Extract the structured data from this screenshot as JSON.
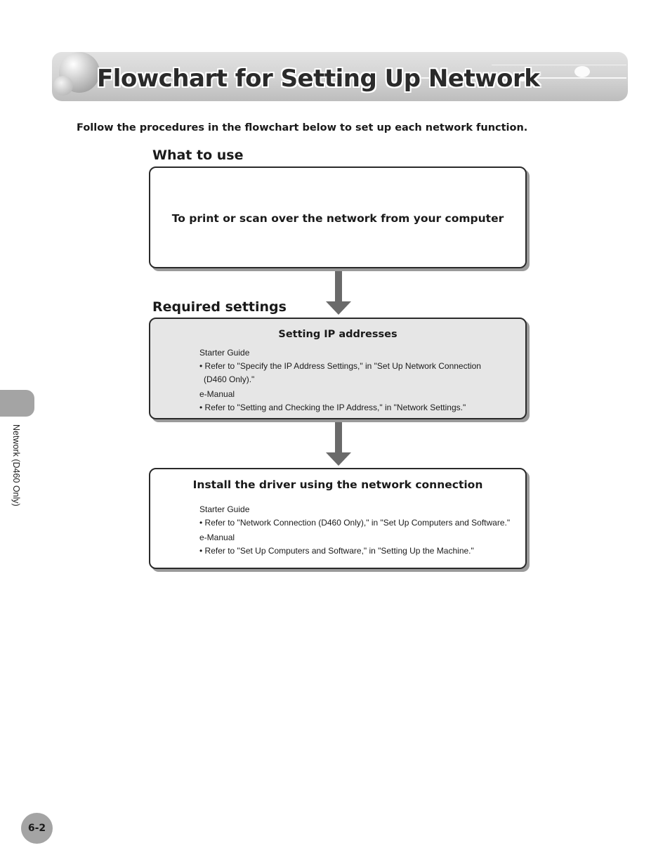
{
  "header": {
    "title": "Flowchart for Setting Up Network"
  },
  "intro": "Follow the procedures in the flowchart below to set up each network function.",
  "sections": {
    "what_to_use": "What to use",
    "required_settings": "Required settings"
  },
  "step1": {
    "text": "To print or scan over the network from your computer"
  },
  "step2": {
    "title": "Setting IP addresses",
    "guide1_label": "Starter Guide",
    "guide1_ref_line1": "• Refer to \"Specify the IP Address Settings,\" in \"Set Up Network Connection",
    "guide1_ref_line2": "(D460 Only).\"",
    "guide2_label": "e-Manual",
    "guide2_ref": "• Refer to \"Setting and Checking the IP Address,\" in \"Network Settings.\""
  },
  "step3": {
    "title": "Install the driver using the network connection",
    "guide1_label": "Starter Guide",
    "guide1_ref": "• Refer to \"Network Connection (D460 Only),\" in \"Set Up Computers and Software.\"",
    "guide2_label": "e-Manual",
    "guide2_ref": "• Refer to \"Set Up Computers and Software,\" in \"Setting Up the Machine.\""
  },
  "sidebar": {
    "chapter_label": "Network (D460 Only)"
  },
  "footer": {
    "page_number": "6-2"
  },
  "colors": {
    "banner": "#d2d2d2",
    "box_grey": "#e6e6e6",
    "arrow": "#6a6a6a",
    "tab": "#a4a4a4"
  },
  "icons": {
    "flow_arrow": "down-arrow-icon"
  }
}
